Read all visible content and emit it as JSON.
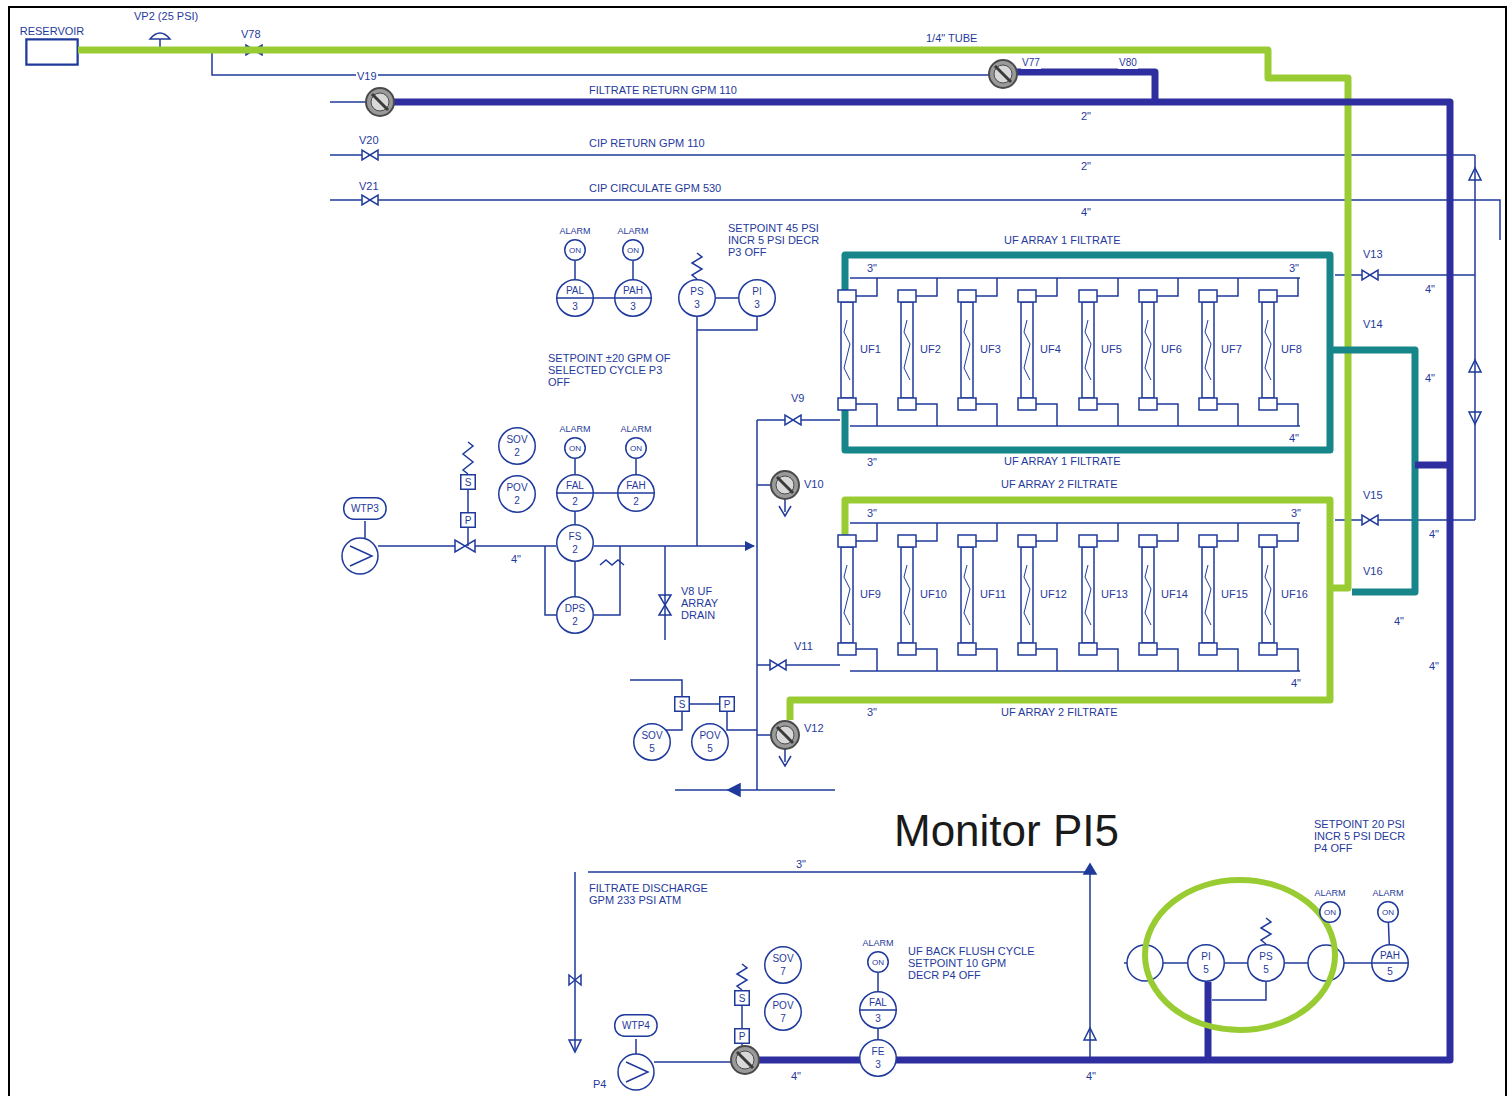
{
  "diagram": {
    "nodes": [
      {
        "text": [
          "RESERVOIR"
        ]
      },
      {
        "text": [
          "ALARM",
          "ON"
        ]
      },
      {
        "text": [
          "ALARM",
          "ON"
        ]
      },
      {
        "text": [
          "PAL",
          "3"
        ]
      },
      {
        "text": [
          "PAH",
          "3"
        ]
      },
      {
        "text": [
          "PS",
          "3"
        ]
      },
      {
        "text": [
          "PI",
          "3"
        ]
      },
      {
        "text": [
          "ALARM",
          "ON"
        ]
      },
      {
        "text": [
          "ALARM",
          "ON"
        ]
      },
      {
        "text": [
          "FAL",
          "2"
        ]
      },
      {
        "text": [
          "FAH",
          "2"
        ]
      },
      {
        "text": [
          "FS",
          "2"
        ]
      },
      {
        "text": [
          "DPS",
          "2"
        ]
      },
      {
        "text": [
          "SOV",
          "2"
        ]
      },
      {
        "text": [
          "POV",
          "2"
        ]
      },
      {
        "text": [
          "S"
        ]
      },
      {
        "text": [
          "P"
        ]
      },
      {
        "text": [
          "WTP3"
        ]
      },
      {
        "text": [
          "S"
        ]
      },
      {
        "text": [
          "P"
        ]
      },
      {
        "text": [
          "SOV",
          "5"
        ]
      },
      {
        "text": [
          "POV",
          "5"
        ]
      },
      {
        "text": [
          "ALARM",
          "ON"
        ]
      },
      {
        "text": [
          "FAL",
          "3"
        ]
      },
      {
        "text": [
          "FE",
          "3"
        ]
      },
      {
        "text": [
          "SOV",
          "7"
        ]
      },
      {
        "text": [
          "POV",
          "7"
        ]
      },
      {
        "text": [
          "S"
        ]
      },
      {
        "text": [
          "P"
        ]
      },
      {
        "text": [
          "WTP4"
        ]
      },
      {
        "text": [
          "PI",
          "5"
        ]
      },
      {
        "text": [
          "PS",
          "5"
        ]
      },
      {
        "text": [
          "ALARM",
          "ON"
        ]
      },
      {
        "text": [
          "ALARM",
          "ON"
        ]
      },
      {
        "text": [
          "PAH",
          "5"
        ]
      }
    ],
    "edges": [
      {
        "from": 1,
        "to": 3,
        "arrow": "none"
      },
      {
        "from": 2,
        "to": 4,
        "arrow": "none"
      },
      {
        "from": 3,
        "to": 4,
        "arrow": "none"
      },
      {
        "from": 5,
        "to": 6,
        "arrow": "none"
      },
      {
        "from": 7,
        "to": 9,
        "arrow": "none"
      },
      {
        "from": 8,
        "to": 10,
        "arrow": "none"
      },
      {
        "from": 9,
        "to": 10,
        "arrow": "none"
      },
      {
        "from": 9,
        "to": 11,
        "arrow": "none"
      },
      {
        "from": 11,
        "to": 12,
        "arrow": "none"
      },
      {
        "from": 15,
        "to": 16,
        "arrow": "none"
      },
      {
        "from": 18,
        "to": 19,
        "arrow": "none"
      },
      {
        "from": 22,
        "to": 23,
        "arrow": "none"
      },
      {
        "from": 23,
        "to": 24,
        "arrow": "none"
      },
      {
        "from": 27,
        "to": 28,
        "arrow": "none"
      },
      {
        "from": 30,
        "to": 31,
        "arrow": "none"
      },
      {
        "from": 33,
        "to": 34,
        "arrow": "none"
      }
    ],
    "labels": [
      "VP2 (25 PSI)",
      "V78",
      "1/4\" TUBE",
      "V77",
      "V80",
      "V19",
      "FILTRATE RETURN GPM 110",
      "2\"",
      "V20",
      "CIP RETURN GPM 110",
      "2\"",
      "V21",
      "CIP CIRCULATE GPM 530",
      "4\"",
      "SETPOINT 45 PSI INCR 5 PSI DECR P3 OFF",
      "UF ARRAY 1 FILTRATE",
      "V13",
      "3\"",
      "3\"",
      "4\"",
      "V14",
      "UF1",
      "UF2",
      "UF3",
      "UF4",
      "UF5",
      "UF6",
      "UF7",
      "UF8",
      "SETPOINT ±20 GPM OF SELECTED CYCLE P3 OFF",
      "4\"",
      "V9",
      "4\"",
      "3\"",
      "UF ARRAY 1 FILTRATE",
      "UF ARRAY 2 FILTRATE",
      "V10",
      "V15",
      "3\"",
      "3\"",
      "4\"",
      "4\"",
      "V16",
      "UF9",
      "UF10",
      "UF11",
      "UF12",
      "UF13",
      "UF14",
      "UF15",
      "UF16",
      "V8 UF ARRAY DRAIN",
      "4\"",
      "V11",
      "4\"",
      "4\"",
      "3\"",
      "UF ARRAY 2 FILTRATE",
      "V12",
      "Monitor PI5",
      "SETPOINT 20 PSI INCR 5 PSI DECR P4 OFF",
      "3\"",
      "FILTRATE DISCHARGE GPM 233 PSI ATM",
      "UF BACK FLUSH CYCLE SETPOINT 10 GPM DECR P4 OFF",
      "4\"",
      "4\"",
      "P4"
    ]
  }
}
